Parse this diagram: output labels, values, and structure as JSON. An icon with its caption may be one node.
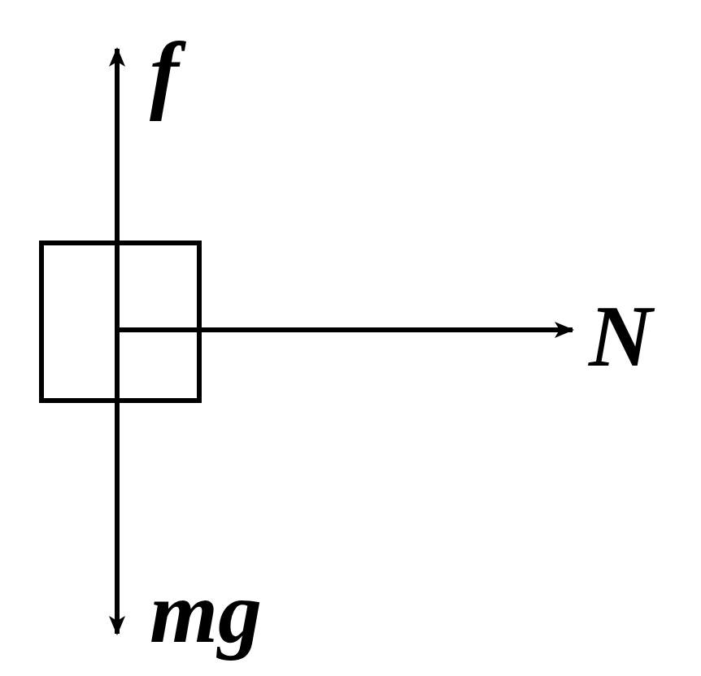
{
  "diagram": {
    "nodes": [
      {
        "text": [],
        "shape": "box"
      }
    ],
    "labels": [
      "f",
      "N",
      "mg"
    ]
  }
}
